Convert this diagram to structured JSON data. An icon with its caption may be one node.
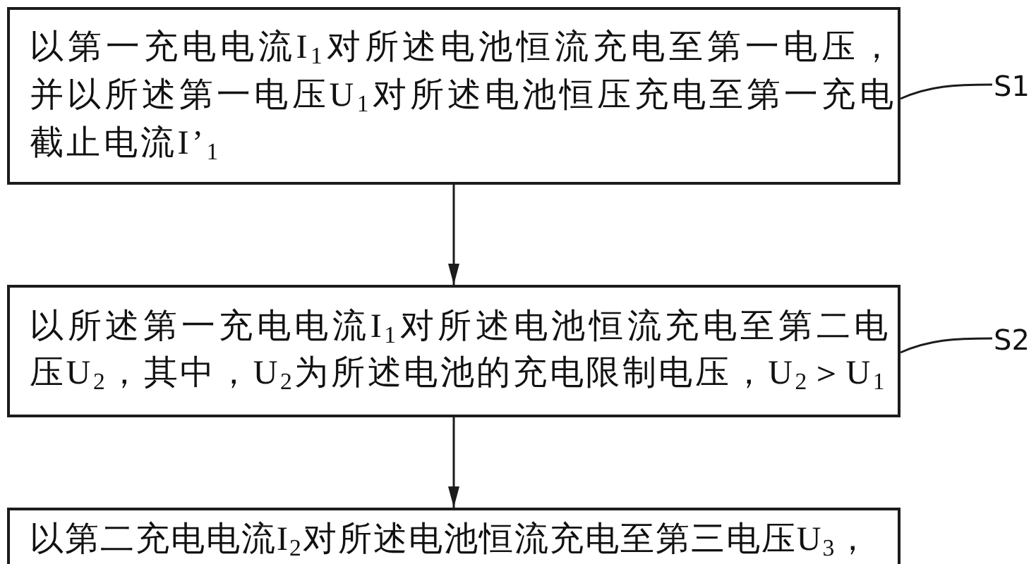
{
  "diagram": {
    "nodes": [
      {
        "text": [
          "以第一充电电流I$_{1}$对所述电池恒流充电至第一电压，并以所述第一电压U$_{1}$对所述电池恒压充电至第一充电截止电流I’$_{1}$"
        ]
      },
      {
        "text": [
          "S1"
        ]
      },
      {
        "text": [
          "以所述第一充电电流I$_{1}$对所述电池恒流充电至第二电压U$_{2}$，其中，U$_{2}$为所述电池的充电限制电压，U$_{2}$＞U$_{1}$"
        ]
      },
      {
        "text": [
          "S2"
        ]
      },
      {
        "text": [
          "以第二充电电流I$_{2}$对所述电池恒流充电至第三电压U$_{3}$，"
        ]
      }
    ],
    "edges": [
      {
        "from": 0,
        "to": 2,
        "arrow": "to"
      },
      {
        "from": 2,
        "to": 4,
        "arrow": "to"
      },
      {
        "from": 1,
        "to": 0,
        "arrow": "none"
      },
      {
        "from": 3,
        "to": 2,
        "arrow": "none"
      }
    ]
  }
}
